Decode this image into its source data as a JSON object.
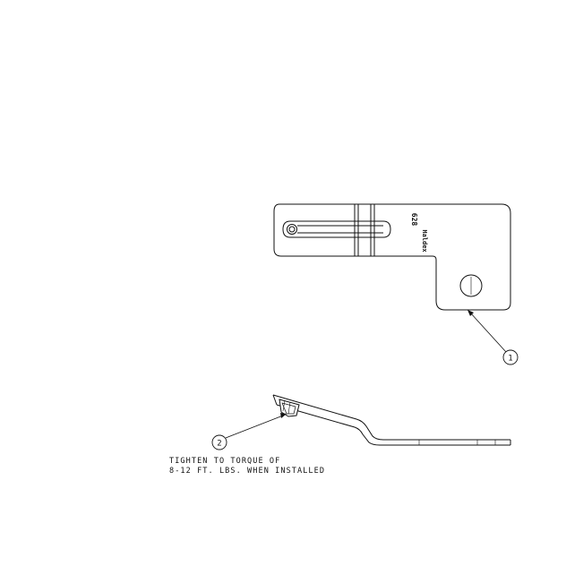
{
  "drawing": {
    "callouts": [
      {
        "number": "1"
      },
      {
        "number": "2"
      }
    ],
    "part_markings": {
      "brand": "Haldex",
      "part_number": "628"
    },
    "note": {
      "line1": "TIGHTEN TO TORQUE OF",
      "line2": "8-12 FT. LBS. WHEN INSTALLED"
    },
    "colors": {
      "line": "#111111",
      "background": "#ffffff"
    }
  }
}
